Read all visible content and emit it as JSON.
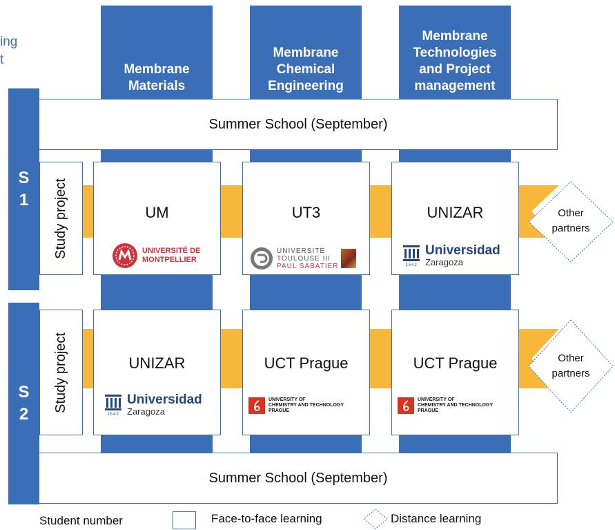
{
  "top_left_fragment": {
    "line1": "ing",
    "line2": "t"
  },
  "columns": [
    {
      "title": "Membrane\nMaterials"
    },
    {
      "title": "Membrane\nChemical\nEngineering"
    },
    {
      "title": "Membrane\nTechnologies\nand Project\nmanagement"
    }
  ],
  "semesters": [
    {
      "label": "S\n1"
    },
    {
      "label": "S\n2"
    }
  ],
  "summer_school": {
    "top": "Summer School (September)",
    "bottom": "Summer School (September)"
  },
  "study_project": {
    "label": "Study project"
  },
  "row1": [
    {
      "name": "UM"
    },
    {
      "name": "UT3"
    },
    {
      "name": "UNIZAR"
    }
  ],
  "row2": [
    {
      "name": "UNIZAR"
    },
    {
      "name": "UCT Prague"
    },
    {
      "name": "UCT Prague"
    }
  ],
  "other_partners": "Other\npartners",
  "logos": {
    "um": {
      "line1": "UNIVERSITÉ DE",
      "line2": "MONTPELLIER"
    },
    "ut3": {
      "line1": "UNIVERSITÉ",
      "line2": "TOULOUSE III",
      "line3": "PAUL SABATIER"
    },
    "unizar": {
      "line1": "Universidad",
      "line2": "Zaragoza",
      "year": "1542"
    },
    "uct": {
      "line1": "UNIVERSITY OF",
      "line2": "CHEMISTRY AND TECHNOLOGY",
      "line3": "PRAGUE"
    }
  },
  "legend": {
    "student_number": "Student number",
    "face_to_face": "Face-to-face learning",
    "distance": "Distance learning"
  },
  "colors": {
    "blue": "#3a6eb6",
    "orange": "#f7b73a",
    "red": "#d0313c"
  }
}
